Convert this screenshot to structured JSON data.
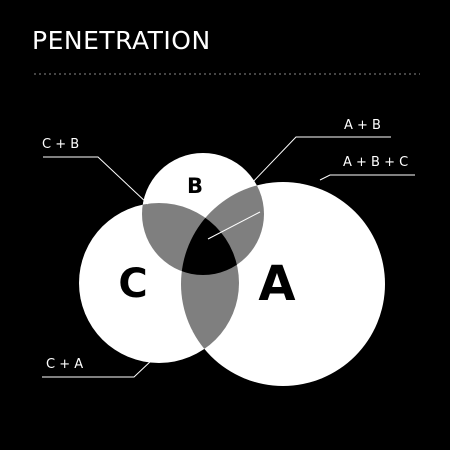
{
  "header": {
    "title": "PENETRATION"
  },
  "diagram": {
    "type": "venn",
    "sets": [
      {
        "id": "A",
        "label": "A"
      },
      {
        "id": "B",
        "label": "B"
      },
      {
        "id": "C",
        "label": "C"
      }
    ],
    "callouts": [
      {
        "id": "c-plus-b",
        "text": "C + B"
      },
      {
        "id": "a-plus-b",
        "text": "A + B"
      },
      {
        "id": "a-plus-b-plus-c",
        "text": "A + B + C"
      },
      {
        "id": "c-plus-a",
        "text": "C + A"
      }
    ]
  },
  "colors": {
    "background": "#000000",
    "circle_fill": "#ffffff",
    "pair_overlap": "#7f7f7f",
    "triple_overlap": "#000000",
    "text_on_dark": "#ffffff",
    "text_on_light": "#000000"
  }
}
